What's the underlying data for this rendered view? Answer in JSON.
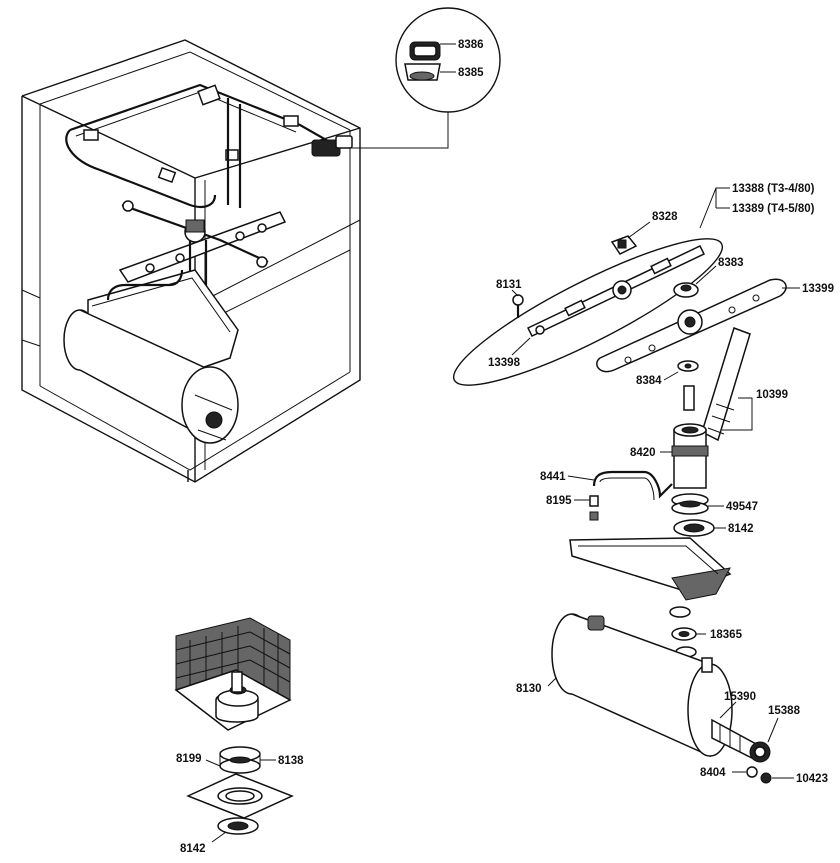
{
  "labels": {
    "p8386": "8386",
    "p8385": "8385",
    "p13388": "13388 (T3-4/80)",
    "p13389": "13389 (T4-5/80)",
    "p8328": "8328",
    "p8131": "8131",
    "p8383": "8383",
    "p13399": "13399",
    "p13398": "13398",
    "p8384": "8384",
    "p10399": "10399",
    "p8420": "8420",
    "p8441": "8441",
    "p8195": "8195",
    "p49547": "49547",
    "p8142a": "8142",
    "p18365": "18365",
    "p8130": "8130",
    "p15390": "15390",
    "p15388": "15388",
    "p8404": "8404",
    "p10423": "10423",
    "p8199": "8199",
    "p8138": "8138",
    "p8142b": "8142"
  }
}
